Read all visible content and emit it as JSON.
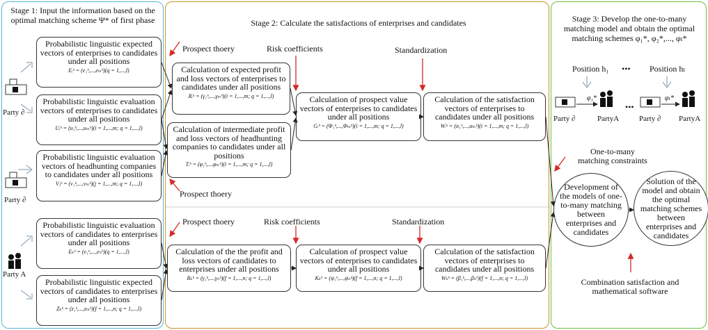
{
  "stage1": {
    "title": "Stage 1: Input the information based on the optimal matching scheme Ψ* of first phase",
    "box1": {
      "text": "Probabilistic linguistic expected vectors of enterprises to candidates under all positions",
      "formula": "Eᵢʰ = (e₁ʰ,...,eₘʰ)(q = 1,...,l)"
    },
    "box2": {
      "text": "Probabilistic linguistic evaluation vectors of enterprises to candidates under all positions",
      "formula": "Uᵢʰ = (u₁ʰ,...,uₘʰ)(i = 1,...,m; q = 1,...,l)"
    },
    "box3": {
      "text": "Probabilistic linguistic evaluation vectors of headhunting companies to candidates under all positions",
      "formula": "Vⱼʰ = (v₁ʰ,...,vₘʰ)(j = 1,...,m; q = 1,...,l)"
    },
    "box4": {
      "text": "Probabilistic linguistic evaluation vectors of candidates to enterprises under all positions",
      "formula": "Eₖʰ = (e₁ʰ,...,eₙʰ)(q = 1,...,l)"
    },
    "box5": {
      "text": "Probabilistic linguistic  expected vectors of candidates to enterprises under all positions",
      "formula": "Zₖʰ = (z₁ʰ,...,zₘʰ)(f = 1,...,n; q = 1,...,l)"
    },
    "party1": "Party ∂",
    "party2": "Party ∂",
    "party3": "Party A"
  },
  "stage2": {
    "title": "Stage 2: Calculate the satisfactions of enterprises and candidates",
    "prospect_theory_top": "Prospect thoery",
    "risk_top": "Risk coefficients",
    "standardization_top": "Standardization",
    "prospect_theory_mid": "Prospect thoery",
    "prospect_theory_bottom": "Prospect thoery",
    "risk_bottom": "Risk coefficients",
    "standardization_bottom": "Standardization",
    "boxA": {
      "text": "Calculation of expected profit and loss vectors of enterprises to candidates under all positions",
      "formula": "Rᵢʰ = (γ₁ʰ,...,γₘʰ)(i = 1,...,m; q = 1,...,l)"
    },
    "boxB": {
      "text": "Calculation of intermediate profit and loss vectors of headhunting companies to candidates under all positions",
      "formula": "Tᵢʰ = (φ₁ʰ,...,φₘʰ)(i = 1,...,m; q = 1,...,l)"
    },
    "boxC": {
      "text": "Calculation of prospect value vectors of enterprises to candidates under all positions",
      "formula": "Gᵢʰ = (Φ₁ʰ,...,Φₘʰ)(i = 1,...,m; q = 1,...,l)"
    },
    "boxD": {
      "text": "Calculation of the satisfaction vectors of enterprises to candidates under all positions",
      "formula": "Wᵢʰ = (α₁ʰ,...,αₘʰ)(i = 1,...,m; q = 1,...,l)"
    },
    "boxE": {
      "text": "Calculation of the the profit and loss vectors of candidates to enterprises under all positions",
      "formula": "Rₖʰ = (γ₁ʰ,...,γₙʰ)(f = 1,...,n; q = 1,...,l)"
    },
    "boxF": {
      "text": "Calculation of prospect value vectors of enterprises to candidates under all positions",
      "formula": "Kₖʰ = (ψ₁ʰ,...,ψₙʰ)(f = 1,...,n; q = 1,...,l)"
    },
    "boxG": {
      "text": "Calculation of the satisfaction vectors of enterprises to candidates under all positions",
      "formula": "Wₖʰ = (β₁ʰ,...,βₙʰ)(f = 1,...,n; q = 1,...,l)"
    }
  },
  "stage3": {
    "title": "Stage 3: Develop the one-to-many matching model and obtain the optimal matching schemes φ₁*, φ₂*,..., φₗ*",
    "position1": "Position h₁",
    "position_ellipsis": "•••",
    "position2": "Position hₗ",
    "phi1": "φ₁*",
    "phi2": "φₗ*",
    "partyD1": "Party ∂",
    "partyA1": "PartyA",
    "partyD2": "Party ∂",
    "partyA2": "PartyA",
    "mid_ellipsis": "•••",
    "constraints": "One-to-many matching constraints",
    "circle1": "Development of the models of one-to-many matching between enterprises and candidates",
    "circle2": "Solution of the model and obtain the optimal matching schemes between enterprises and candidates",
    "software": "Combination satisfaction and mathematical software"
  },
  "colors": {
    "stage1_border": "#5ab4d6",
    "stage2_border": "#c8922a",
    "stage3_border": "#6cbf3c",
    "red_arrow": "#d42a2a"
  }
}
